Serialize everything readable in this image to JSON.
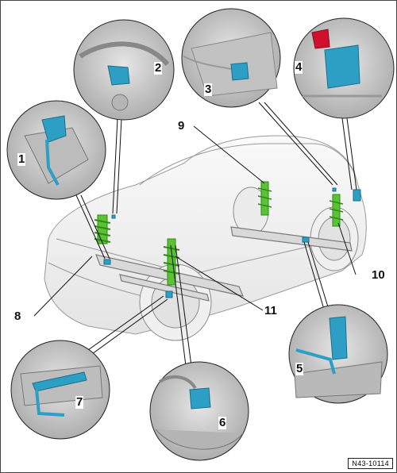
{
  "callouts": [
    "1",
    "2",
    "3",
    "4",
    "5",
    "6",
    "7",
    "8",
    "9",
    "10",
    "11"
  ],
  "figure_id": "N43-10114",
  "colors": {
    "component": "#2e9fc4",
    "component_dark": "#1a6f8c",
    "strut": "#5bc236",
    "strut_dark": "#2f8a16",
    "connector": "#d0112b",
    "detail_bg": "#cfcfcf",
    "car_line": "#9a9a9a"
  }
}
